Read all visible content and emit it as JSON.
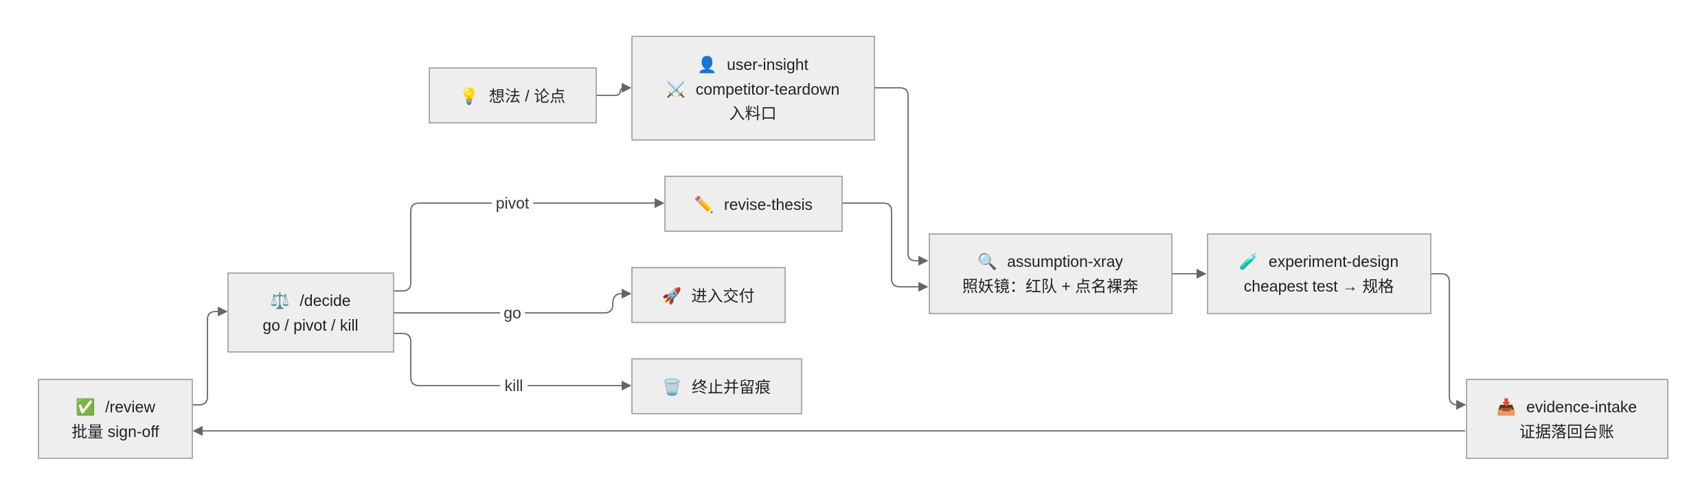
{
  "nodes": {
    "idea": {
      "icon": "💡",
      "icon_name": "light-bulb-icon",
      "lines": [
        "想法 / 论点"
      ]
    },
    "insight": {
      "icon": "👤",
      "icon_name": "person-icon",
      "lines": [
        "user-insight"
      ],
      "icon2": "⚔️",
      "icon2_name": "crossed-swords-icon",
      "lines2": [
        "competitor-teardown"
      ],
      "lines3": [
        "入料口"
      ]
    },
    "revise": {
      "icon": "✏️",
      "icon_name": "pencil-icon",
      "lines": [
        "revise-thesis"
      ]
    },
    "decide": {
      "icon": "⚖️",
      "icon_name": "balance-scale-icon",
      "lines": [
        "/decide",
        "go / pivot / kill"
      ]
    },
    "deliver": {
      "icon": "🚀",
      "icon_name": "rocket-icon",
      "lines": [
        "进入交付"
      ]
    },
    "kill_node": {
      "icon": "🗑️",
      "icon_name": "trash-icon",
      "lines": [
        "终止并留痕"
      ]
    },
    "review": {
      "icon": "✅",
      "icon_name": "check-mark-icon",
      "lines": [
        "/review",
        "批量 sign-off"
      ]
    },
    "xray": {
      "icon": "🔍",
      "icon_name": "magnifier-icon",
      "lines": [
        "assumption-xray",
        "照妖镜：红队 + 点名裸奔"
      ]
    },
    "experiment": {
      "icon": "🧪",
      "icon_name": "test-tube-icon",
      "lines": [
        "experiment-design",
        "cheapest test → 规格"
      ]
    },
    "evidence": {
      "icon": "📥",
      "icon_name": "inbox-tray-icon",
      "lines": [
        "evidence-intake",
        "证据落回台账"
      ]
    }
  },
  "edges": {
    "pivot": "pivot",
    "go": "go",
    "kill": "kill"
  },
  "colors": {
    "node_fill": "#eeeeee",
    "node_stroke": "#999999",
    "edge": "#666666"
  }
}
